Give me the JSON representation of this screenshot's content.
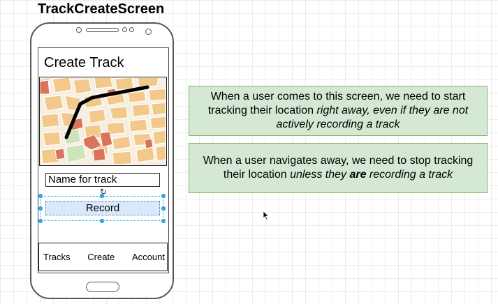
{
  "page": {
    "title": "TrackCreateScreen"
  },
  "screen": {
    "title": "Create Track",
    "name_input_value": "Name for track",
    "record_button_label": "Record",
    "tabs": [
      {
        "label": "Tracks"
      },
      {
        "label": "Create"
      },
      {
        "label": "Account"
      }
    ]
  },
  "notes": [
    {
      "parts": [
        {
          "text": "When a user comes to this screen, we need to start tracking their location ",
          "style": "normal"
        },
        {
          "text": "right away, even if they are not actively recording a track",
          "style": "italic"
        }
      ]
    },
    {
      "parts": [
        {
          "text": "When a user navigates away, we need to stop tracking their location ",
          "style": "normal"
        },
        {
          "text": "unless they ",
          "style": "italic"
        },
        {
          "text": "are",
          "style": "bold-italic"
        },
        {
          "text": " recording a track",
          "style": "italic"
        }
      ]
    }
  ],
  "colors": {
    "note_fill": "#d5e8d4",
    "note_border": "#82b366",
    "record_fill": "#dae8fc",
    "selection": "#29b6f2",
    "map_building": "#f3c98b",
    "map_highlight": "#d9735a",
    "map_park": "#cfe3b8"
  }
}
